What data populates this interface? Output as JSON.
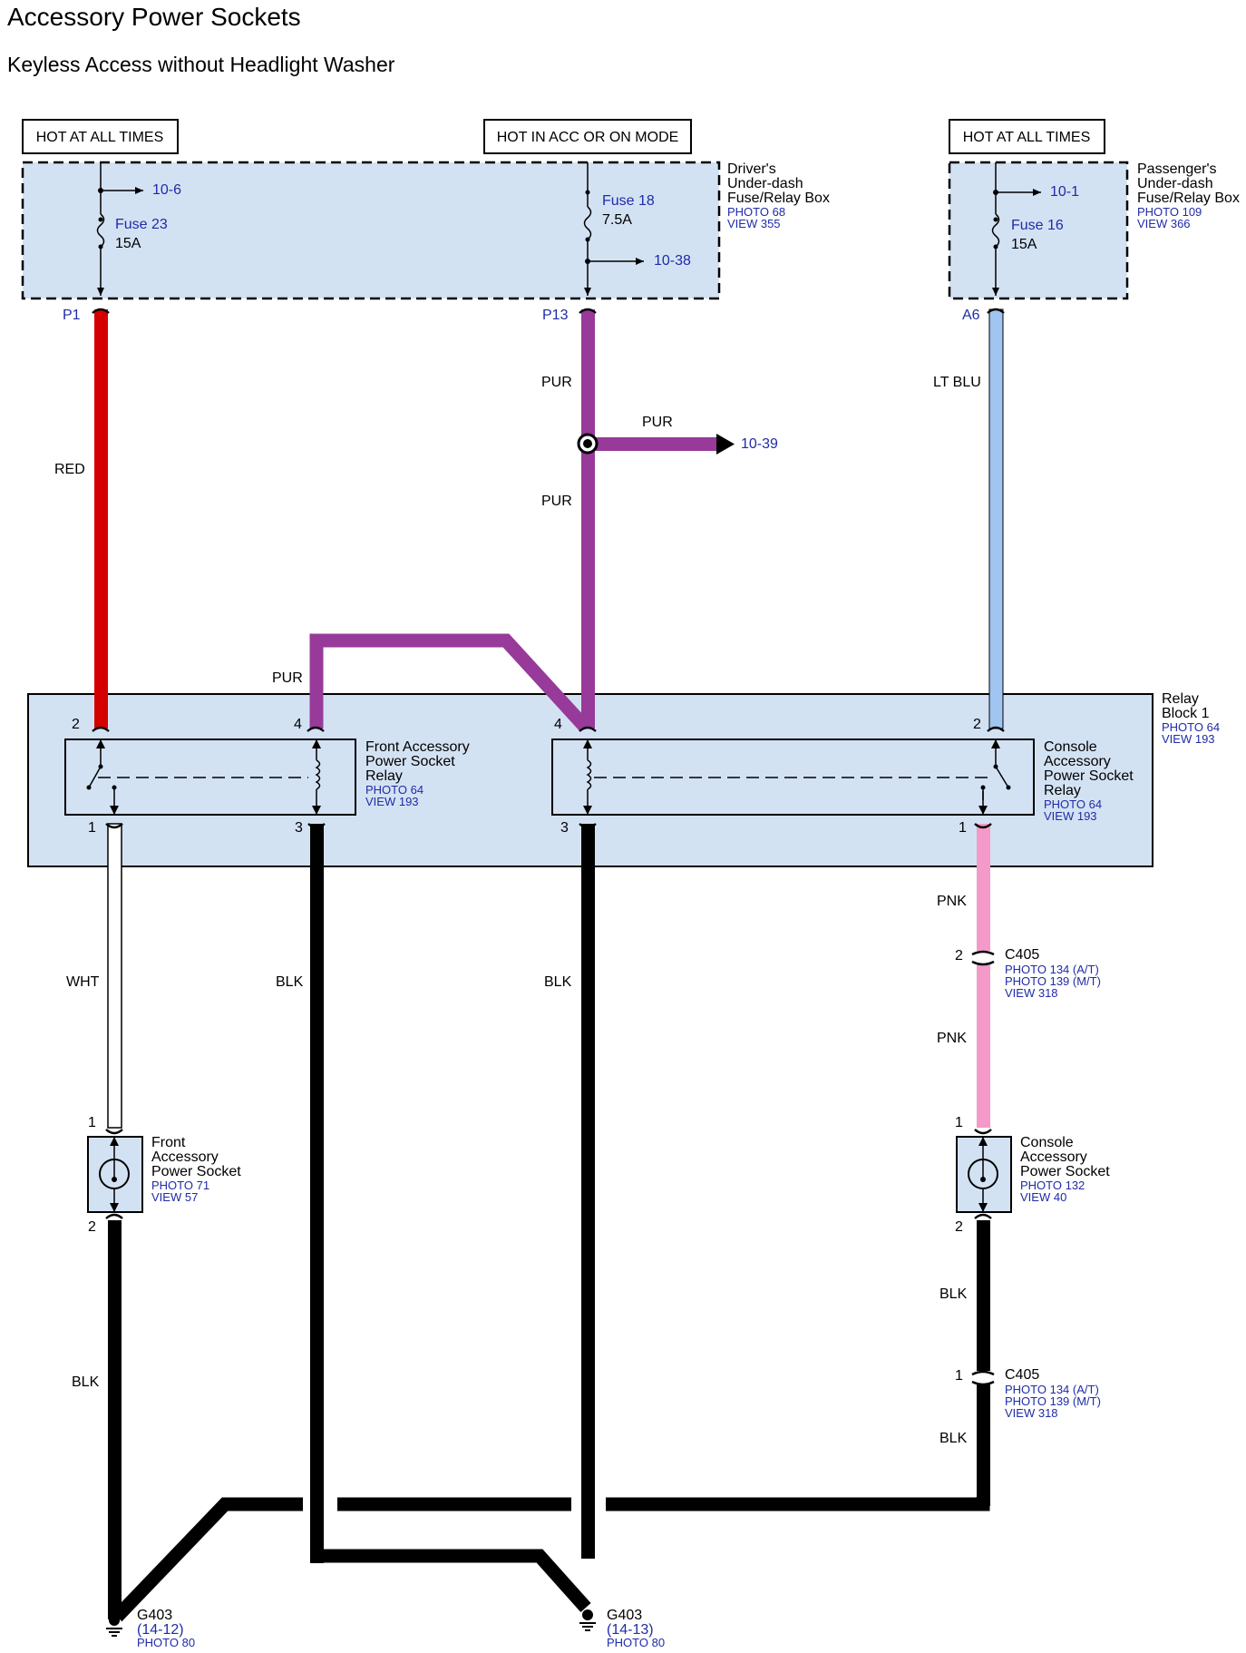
{
  "title": "Accessory Power Sockets",
  "subtitle": "Keyless Access without Headlight Washer",
  "colors": {
    "red": "#d40000",
    "pur": "#973a9a",
    "lt_blu": "#9fc5f0",
    "pnk": "#f39ac9",
    "wht": "#ffffff",
    "blk": "#000000",
    "box_fill": "#d3e2f3",
    "ref_text": "#1f2ba8"
  },
  "power_labels": {
    "hot1": "HOT AT ALL TIMES",
    "hot2": "HOT IN ACC OR ON MODE",
    "hot3": "HOT AT ALL TIMES"
  },
  "drivers_box": {
    "name_lines": [
      "Driver's",
      "Under-dash",
      "Fuse/Relay Box"
    ],
    "photo": "PHOTO 68",
    "view": "VIEW 355",
    "fuse23": {
      "name": "Fuse 23",
      "rating": "15A",
      "branch": "10-6"
    },
    "fuse18": {
      "name": "Fuse 18",
      "rating": "7.5A",
      "branch": "10-38"
    },
    "pin_p1": "P1",
    "pin_p13": "P13"
  },
  "passengers_box": {
    "name_lines": [
      "Passenger's",
      "Under-dash",
      "Fuse/Relay Box"
    ],
    "photo": "PHOTO 109",
    "view": "VIEW 366",
    "fuse16": {
      "name": "Fuse 16",
      "rating": "15A",
      "branch": "10-1"
    },
    "pin_a6": "A6"
  },
  "wires": {
    "red": "RED",
    "pur1": "PUR",
    "pur_branch": "PUR",
    "pur_branch_ref": "10-39",
    "pur2": "PUR",
    "pur3": "PUR",
    "lt_blu": "LT BLU",
    "wht": "WHT",
    "blk1": "BLK",
    "blk2": "BLK",
    "pnk1": "PNK",
    "pnk2": "PNK",
    "blk_front": "BLK",
    "blk_console1": "BLK",
    "blk_console2": "BLK"
  },
  "relay_block": {
    "name_lines": [
      "Relay",
      "Block 1"
    ],
    "photo": "PHOTO 64",
    "view": "VIEW 193",
    "front_relay": {
      "name_lines": [
        "Front Accessory",
        "Power Socket",
        "Relay"
      ],
      "photo": "PHOTO 64",
      "view": "VIEW 193",
      "pins": {
        "p2": "2",
        "p4": "4",
        "p1": "1",
        "p3": "3"
      }
    },
    "console_relay": {
      "name_lines": [
        "Console",
        "Accessory",
        "Power Socket",
        "Relay"
      ],
      "photo": "PHOTO 64",
      "view": "VIEW 193",
      "pins": {
        "p4": "4",
        "p2": "2",
        "p3": "3",
        "p1": "1"
      }
    }
  },
  "connector_c405_top": {
    "pin": "2",
    "name": "C405",
    "photo_at": "PHOTO 134 (A/T)",
    "photo_mt": "PHOTO 139 (M/T)",
    "view": "VIEW 318"
  },
  "connector_c405_bottom": {
    "pin": "1",
    "name": "C405",
    "photo_at": "PHOTO 134 (A/T)",
    "photo_mt": "PHOTO 139 (M/T)",
    "view": "VIEW 318"
  },
  "front_socket": {
    "name_lines": [
      "Front",
      "Accessory",
      "Power Socket"
    ],
    "photo": "PHOTO 71",
    "view": "VIEW 57",
    "pin_top": "1",
    "pin_bottom": "2"
  },
  "console_socket": {
    "name_lines": [
      "Console",
      "Accessory",
      "Power Socket"
    ],
    "photo": "PHOTO 132",
    "view": "VIEW 40",
    "pin_top": "1",
    "pin_bottom": "2"
  },
  "ground_left": {
    "name": "G403",
    "ref": "(14-12)",
    "photo": "PHOTO 80"
  },
  "ground_right": {
    "name": "G403",
    "ref": "(14-13)",
    "photo": "PHOTO 80"
  }
}
